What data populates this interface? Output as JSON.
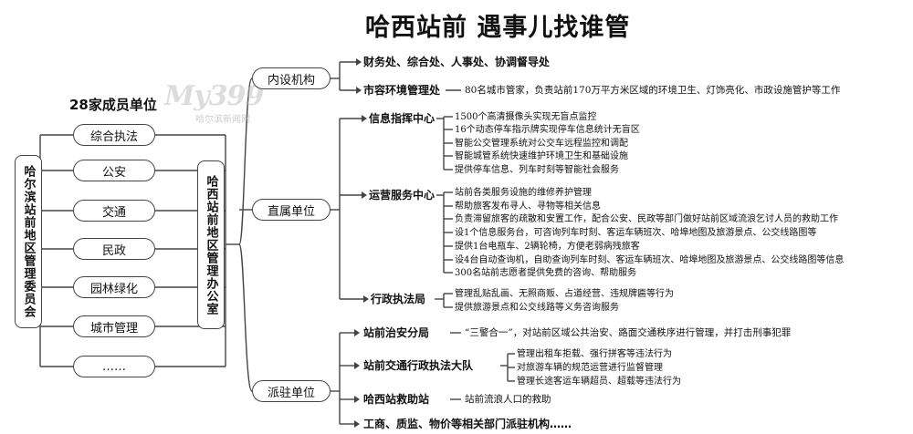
{
  "title": "哈西站前 遇事儿找谁管",
  "subtitle": "28家成员单位",
  "watermark": {
    "brand": "My399",
    "site": "哈尔滨新闻网"
  },
  "committee": "哈尔滨站前地区管理委员会",
  "office": "哈西站前地区管理办公室",
  "member_units": [
    "综合执法",
    "公安",
    "交通",
    "民政",
    "园林绿化",
    "城市管理",
    "……"
  ],
  "branches": {
    "internal": "内设机构",
    "direct": "直属单位",
    "stationed": "派驻单位"
  },
  "internal": {
    "departments": "财务处、综合处、人事处、协调督导处",
    "env_office": "市容环境管理处",
    "env_desc": "80名城市管家，负责站前170万平方米区域的环境卫生、灯饰亮化、市政设施管护等工作"
  },
  "info_center": {
    "name": "信息指挥中心",
    "items": [
      "1500个高清摄像头实现无盲点监控",
      "16个动态停车指示牌实现停车信息统计无盲区",
      "智能公交管理系统对公交车远程监控和调配",
      "智能城管系统快速维护环境卫生和基础设施",
      "提供停车信息、列车时刻等智能社会服务"
    ]
  },
  "ops_center": {
    "name": "运营服务中心",
    "items": [
      "站前各类服务设施的维修养护管理",
      "帮助旅客发布寻人、寻物等相关信息",
      "负责滞留旅客的疏散和安置工作，配合公安、民政等部门做好站前区域流浪乞讨人员的救助工作",
      "设1个信息服务台，可咨询列车时刻、客运车辆班次、哈埠地图及旅游景点、公交线路图等",
      "提供1台电瓶车、2辆轮椅，方便老弱病残旅客",
      "设4台自动查询机，自助查询列车时刻、客运车辆班次、哈埠地图及旅游景点、公交线路图等信息",
      "300名站前志愿者提供免费的咨询、帮助服务"
    ]
  },
  "law_bureau": {
    "name": "行政执法局",
    "items": [
      "管理乱贴乱画、无照商贩、占道经营、违规牌匾等行为",
      "提供旅游景点和公交线路等义务咨询服务"
    ]
  },
  "police": {
    "name": "站前治安分局",
    "desc": "“三警合一”，对站前区域公共治安、路面交通秩序进行管理，并打击刑事犯罪"
  },
  "traffic": {
    "name": "站前交通行政执法大队",
    "items": [
      "管理出租车拒载、强行拼客等违法行为",
      "对旅游车辆的规范运营进行监督管理",
      "管理长途客运车辆超员、超载等违法行为"
    ]
  },
  "rescue": {
    "name": "哈西站救助站",
    "desc": "站前流浪人口的救助"
  },
  "others": "工商、质监、物价等相关部门派驻机构……"
}
